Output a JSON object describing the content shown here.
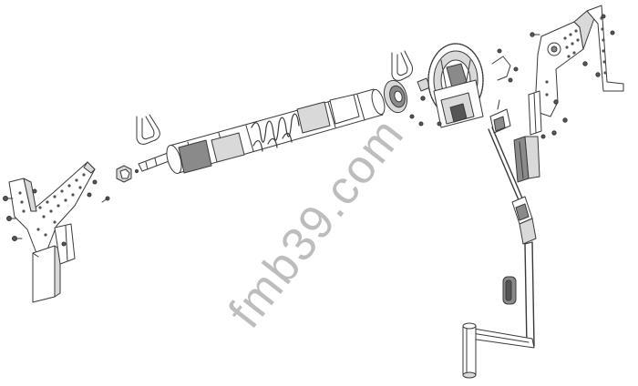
{
  "diagram": {
    "watermark_text": "fmb39.com",
    "colors": {
      "line": "#3a3a3a",
      "light_fill": "#ffffff",
      "mid_fill": "#d9d9d9",
      "dark_fill": "#8a8a8a",
      "darkest_fill": "#555555",
      "watermark": "#bdbdbd"
    },
    "parts": [
      "left-side-bracket",
      "left-mounting-post",
      "left-bolt-set",
      "u-clip-left",
      "end-nut",
      "shaft-end",
      "roller-tube",
      "tension-spring",
      "end-cap-right",
      "u-clip-right",
      "gear-wheel",
      "gear-housing",
      "small-bracket",
      "right-side-bracket",
      "right-bolt-set",
      "drive-rod",
      "rod-guide-channel",
      "crank-handle",
      "crank-clip"
    ]
  }
}
